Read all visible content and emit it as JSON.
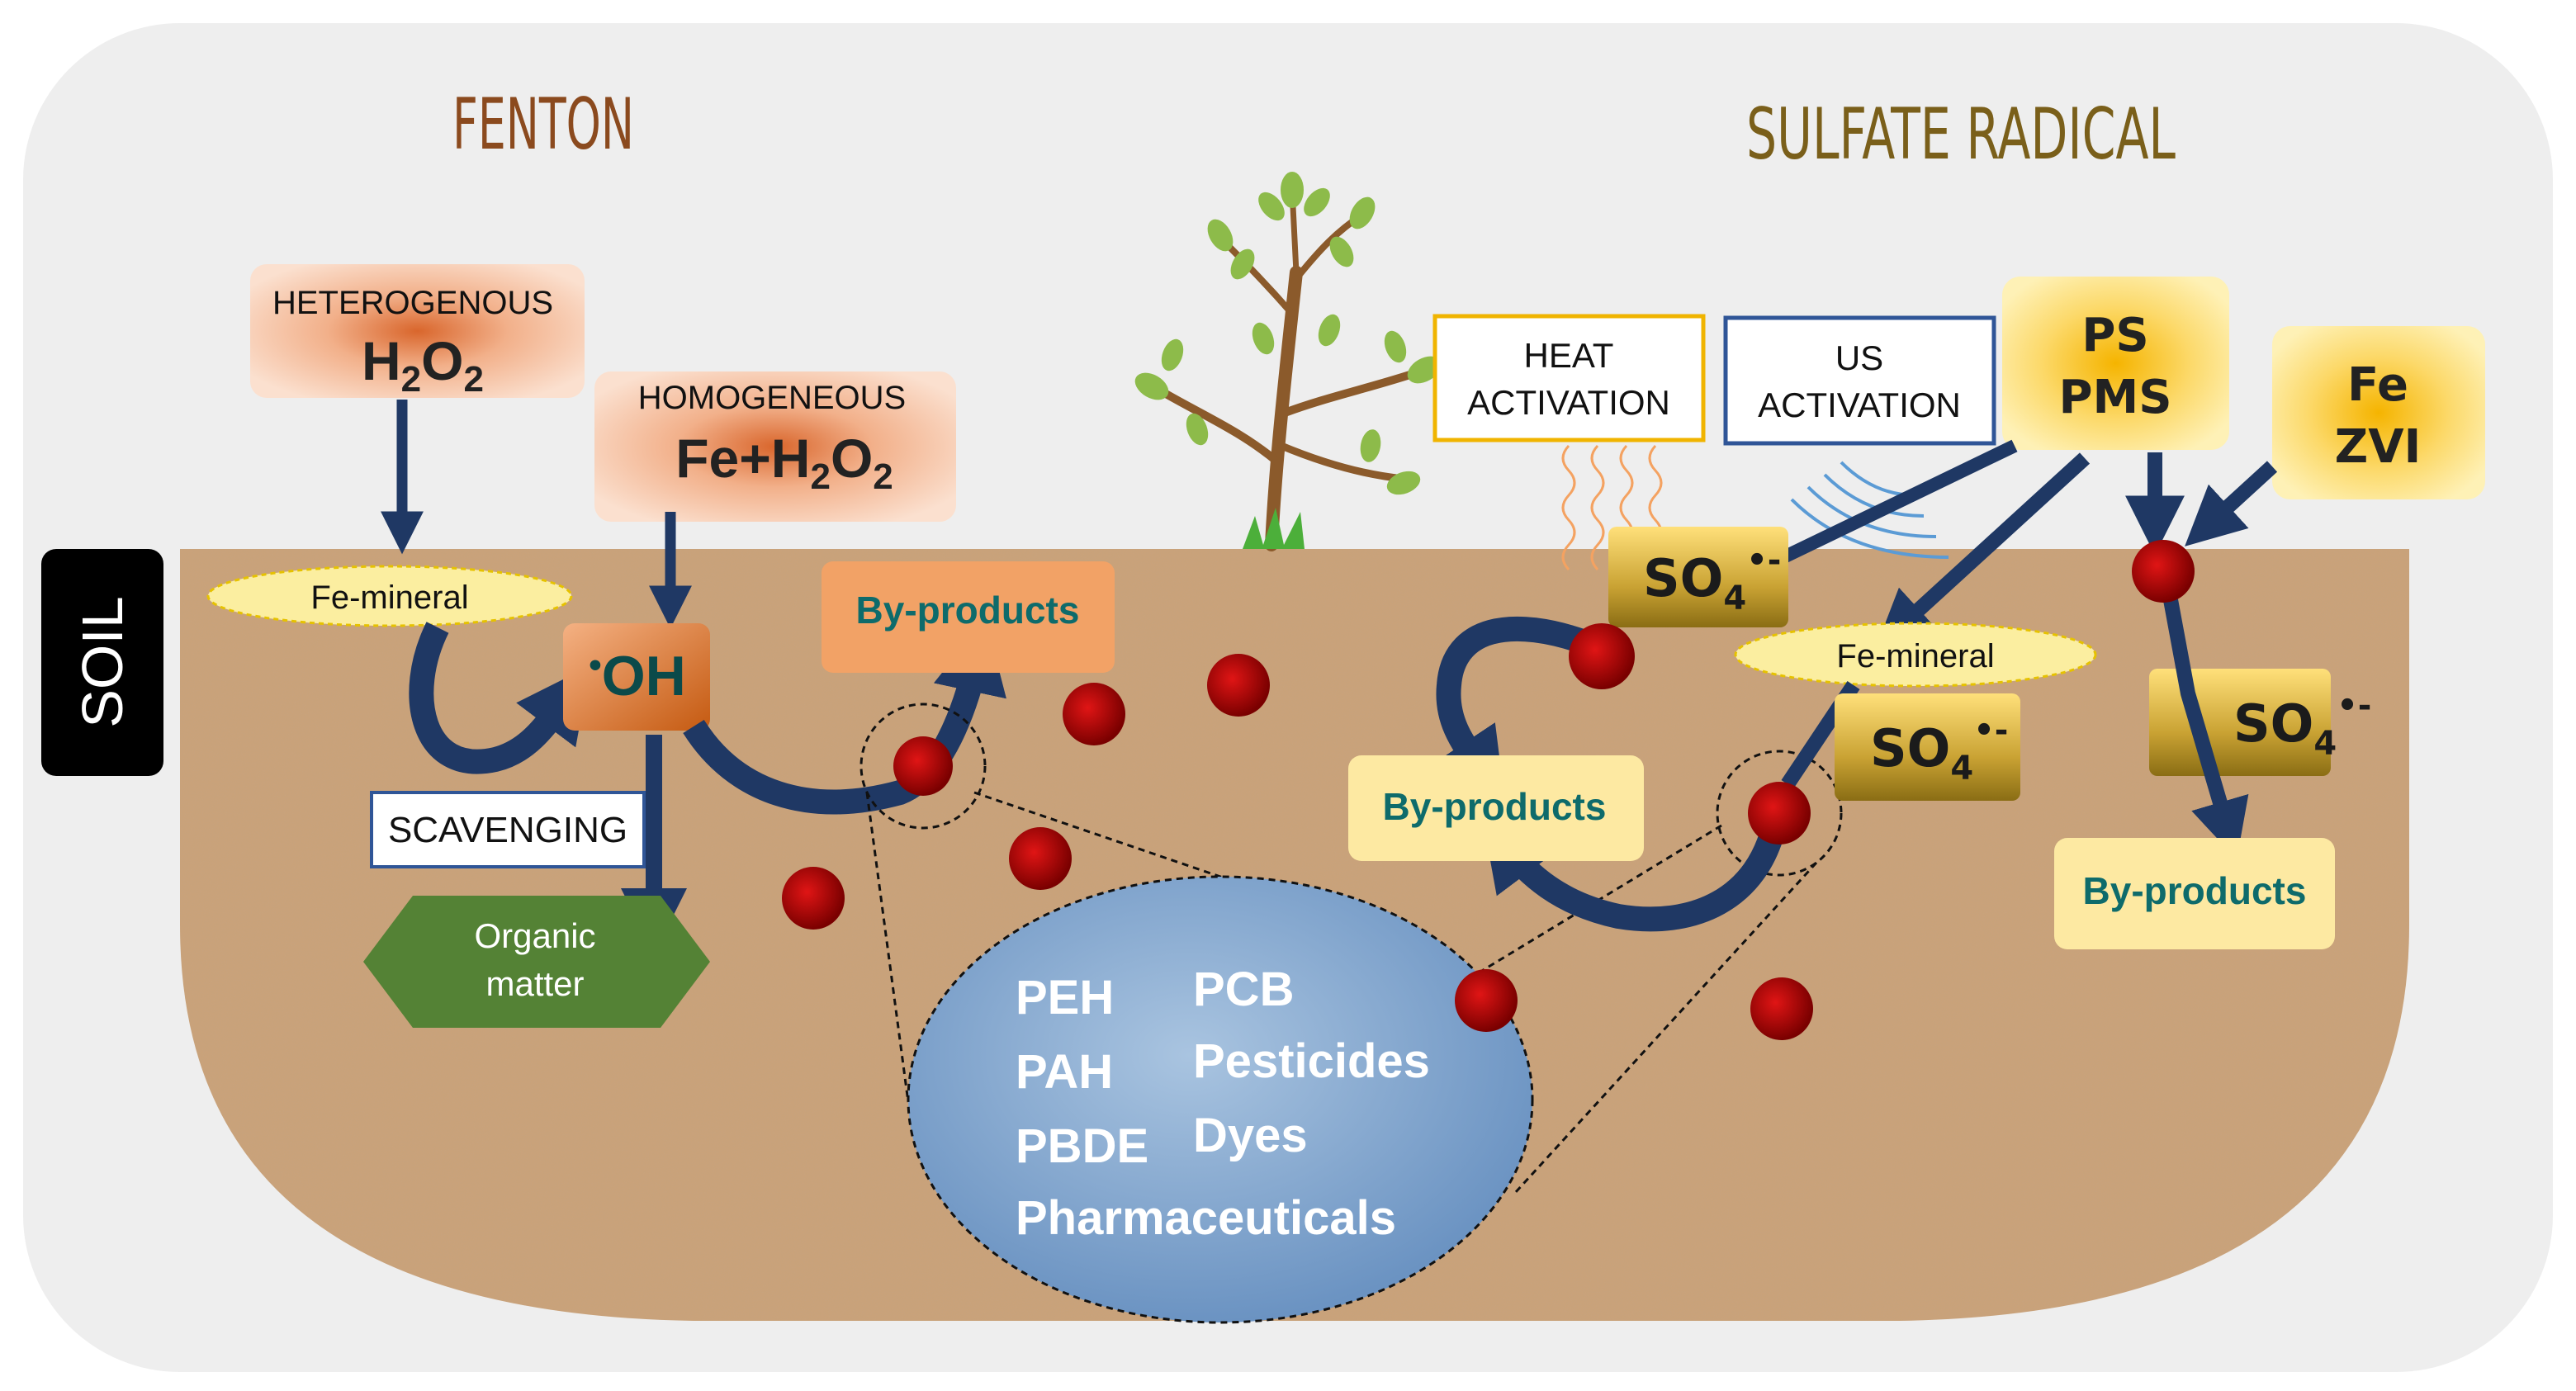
{
  "titles": {
    "fenton": "FENTON",
    "sulfate": "SULFATE RADICAL"
  },
  "soil_label": "SOIL",
  "fenton": {
    "heterogenous": {
      "label": "HETEROGENOUS",
      "formula": "H",
      "sub1": "2",
      "mid": "O",
      "sub2": "2"
    },
    "homogeneous": {
      "label": "HOMOGENEOUS",
      "formula": "Fe+H",
      "sub1": "2",
      "mid": "O",
      "sub2": "2"
    },
    "fe_mineral": "Fe-mineral",
    "radical": {
      "dot": "•",
      "text": "OH"
    },
    "byproducts": "By-products",
    "scavenging": "SCAVENGING",
    "organic_matter_line1": "Organic",
    "organic_matter_line2": "matter"
  },
  "sulfate": {
    "heat_activation_line1": "HEAT",
    "heat_activation_line2": "ACTIVATION",
    "us_activation_line1": "US",
    "us_activation_line2": "ACTIVATION",
    "ps_pms_line1": "PS",
    "ps_pms_line2": "PMS",
    "fe_zvi_line1": "Fe",
    "fe_zvi_line2": "ZVI",
    "so4": {
      "base": "SO",
      "sub": "4",
      "sup": "•-"
    },
    "fe_mineral": "Fe-mineral",
    "byproducts": "By-products"
  },
  "pollutants": {
    "col1": [
      "PEH",
      "PAH",
      "PBDE"
    ],
    "col2": [
      "PCB",
      "Pesticides",
      "Dyes"
    ],
    "bottom": "Pharmaceuticals"
  },
  "colors": {
    "fenton_title": "#8b4a1e",
    "sulfate_title": "#7a5f1a",
    "arrow": "#1f3864",
    "byproduct_text": "#0e6b6b",
    "soil": "#c9a27a",
    "pollutant_dot": "#b80d0d",
    "pollutant_blob": "#7fa6cf",
    "organic_matter": "#548235",
    "fe_mineral_fill": "#fbeea0",
    "yellow_box": "#fde78e",
    "so4_box": "#b89a2e"
  }
}
